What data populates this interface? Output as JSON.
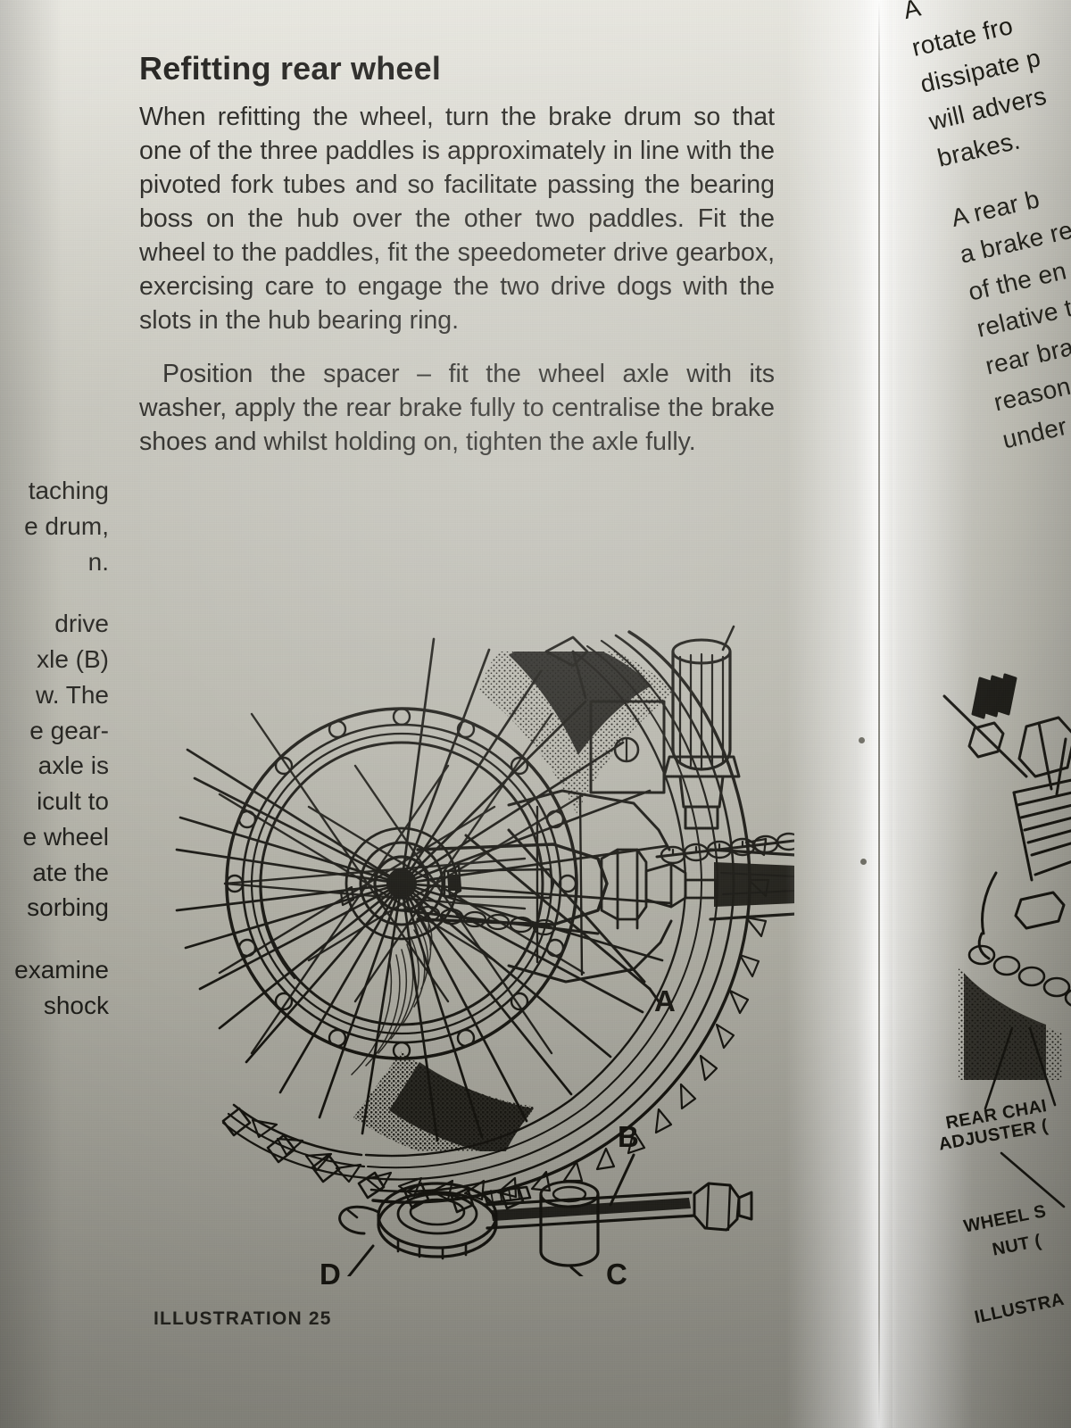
{
  "page": {
    "background_color": "#bcbbb1",
    "ink_color": "#14130e"
  },
  "left_page": {
    "heading": "Refitting rear wheel",
    "paragraphs": [
      "When refitting the wheel, turn the brake drum so that one of the three paddles is approximately in line with the pivoted fork tubes and so facilitate passing the bearing boss on the hub over the other two paddles. Fit the wheel to the paddles, fit the speedometer drive gearbox, exercising care to engage the two drive dogs with the slots in the hub bearing ring.",
      "Position the spacer – fit the wheel axle with its washer, apply the rear brake fully to centralise the brake shoes and whilst holding on, tighten the axle fully."
    ],
    "caption": "ILLUSTRATION  25",
    "callouts": [
      {
        "label": "A"
      },
      {
        "label": "B"
      },
      {
        "label": "C"
      },
      {
        "label": "D"
      }
    ]
  },
  "clipped_left_column": {
    "lines_block_1": [
      "taching",
      "e drum,",
      "n."
    ],
    "lines_block_2": [
      "drive",
      "xle (B)",
      "w. The",
      "e gear-",
      "axle is",
      "icult to",
      "e wheel",
      "ate the",
      "sorbing"
    ],
    "lines_block_3": [
      "examine",
      "shock"
    ]
  },
  "right_page": {
    "paragraph_1": [
      "A",
      "rotate fro",
      "dissipate p",
      "will advers",
      "brakes."
    ],
    "paragraph_2": [
      "A rear b",
      "a brake re",
      "of the en",
      "relative to",
      "rear brak",
      "reason, a",
      "under any"
    ],
    "labels": [
      {
        "text": "REAR CHAI"
      },
      {
        "text": "ADJUSTER ("
      },
      {
        "text": "WHEEL S"
      },
      {
        "text": "NUT ("
      },
      {
        "text": "ILLUSTRA"
      }
    ]
  }
}
